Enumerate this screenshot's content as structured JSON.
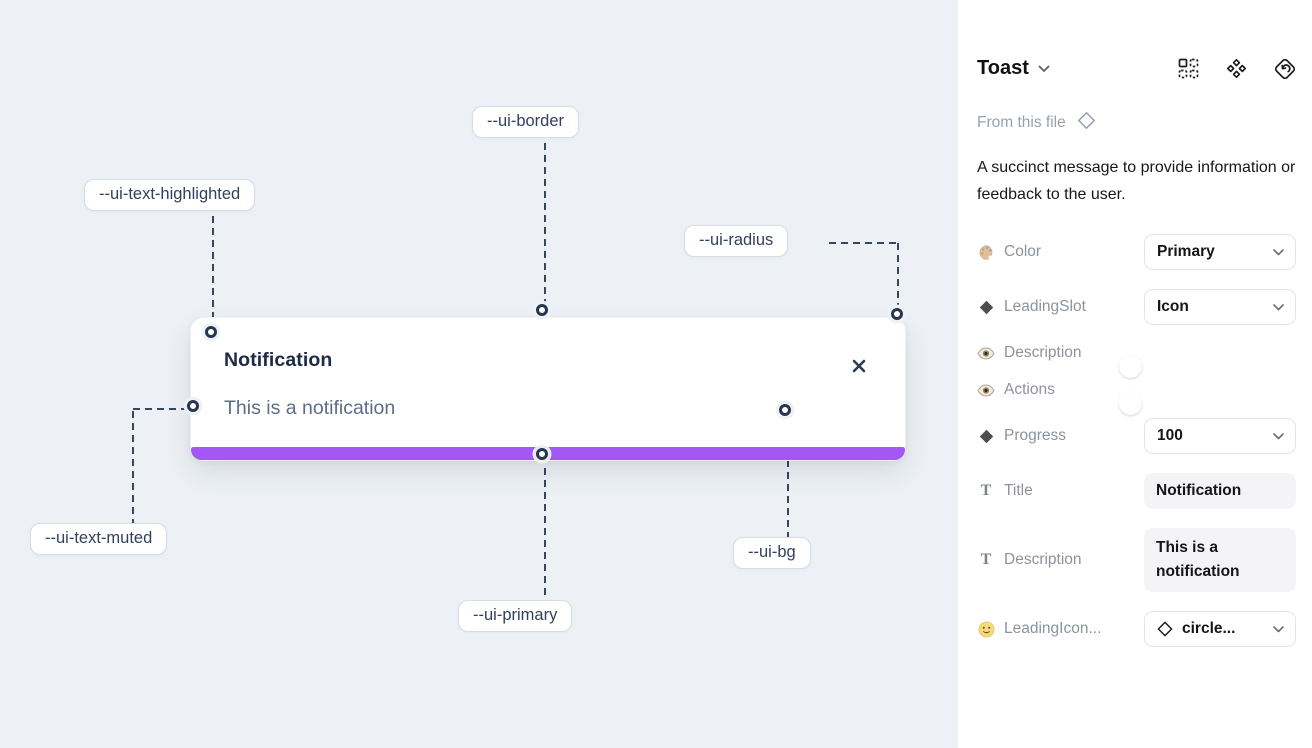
{
  "canvas": {
    "toast": {
      "title": "Notification",
      "description": "This is a notification"
    },
    "labels": [
      {
        "text": "--ui-text-highlighted"
      },
      {
        "text": "--ui-border"
      },
      {
        "text": "--ui-radius"
      },
      {
        "text": "--ui-text-muted"
      },
      {
        "text": "--ui-primary"
      },
      {
        "text": "--ui-bg"
      }
    ],
    "colors": {
      "canvas_bg": "#edf1f5",
      "primary_bar": "#a358f5",
      "connector": "#37455f"
    }
  },
  "panel": {
    "title": "Toast",
    "source_label": "From this file",
    "description": "A succinct message to provide information or feedback to the user.",
    "header_icons": [
      "instance-grid-icon",
      "component-diamonds-icon",
      "reset-diamond-icon"
    ],
    "text_icon_glyph": "T",
    "rows": [
      {
        "label": "Color",
        "icon": "palette-icon",
        "control": "select",
        "value": "Primary"
      },
      {
        "label": "LeadingSlot",
        "icon": "diamond-icon",
        "control": "select",
        "value": "Icon"
      },
      {
        "label": "Description",
        "icon": "eye-icon",
        "control": "toggle",
        "value": "on"
      },
      {
        "label": "Actions",
        "icon": "eye-icon",
        "control": "toggle",
        "value": "on"
      },
      {
        "label": "Progress",
        "icon": "diamond-icon",
        "control": "select",
        "value": "100"
      },
      {
        "label": "Title",
        "icon": "text-icon",
        "control": "textfield",
        "value": "Notification"
      },
      {
        "label": "Description",
        "icon": "text-icon",
        "control": "textfield",
        "value": "This is a notification"
      },
      {
        "label": "LeadingIcon...",
        "icon": "smiley-icon",
        "control": "select",
        "value": "circle..."
      }
    ],
    "colors": {
      "toggle_on": "#219bf3"
    }
  }
}
